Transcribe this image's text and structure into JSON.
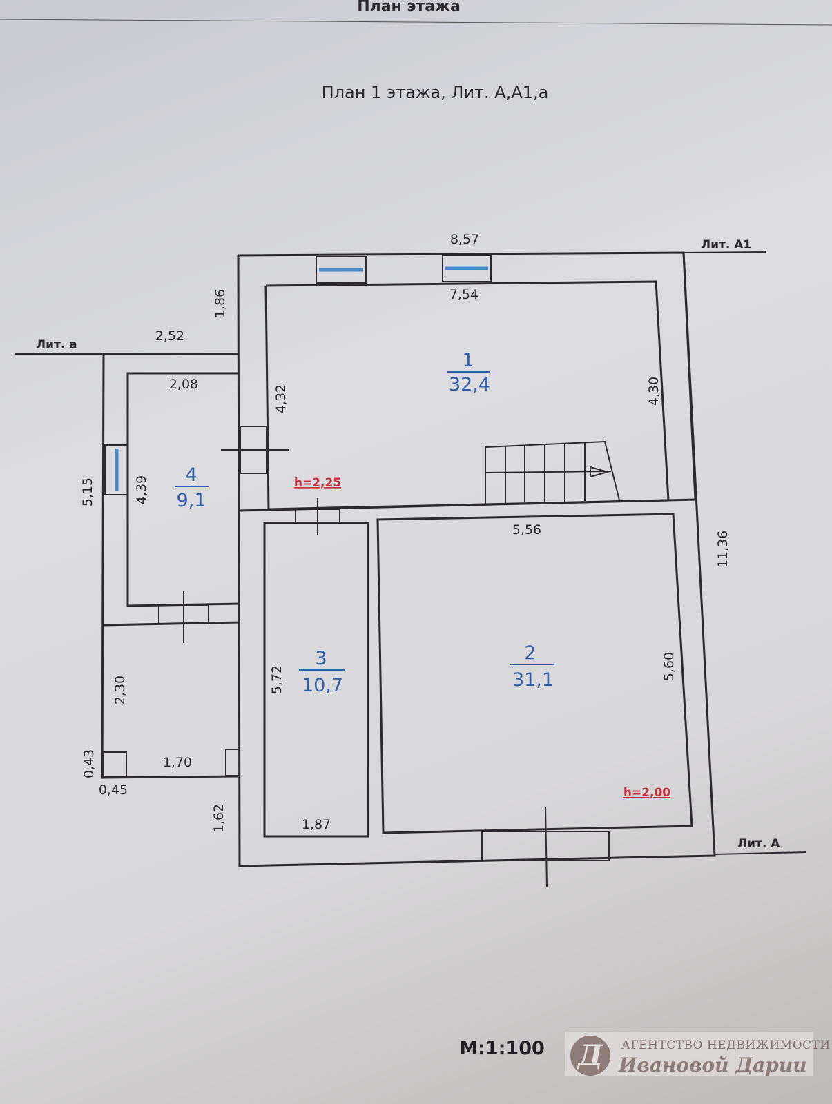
{
  "header": "План этажа",
  "title": "План 1 этажа, Лит. А,А1,а",
  "labels": {
    "lit_a1": "Лит. А1",
    "lit_a_small": "Лит. а",
    "lit_a": "Лит. А"
  },
  "dimensions": {
    "top_outer": "8,57",
    "top_inner": "7,54",
    "d186": "1,86",
    "d252": "2,52",
    "d208": "2,08",
    "d432": "4,32",
    "d430": "4,30",
    "d515": "5,15",
    "d439": "4,39",
    "d556": "5,56",
    "d1136": "11,36",
    "d572": "5,72",
    "d560": "5,60",
    "d230": "2,30",
    "d043": "0,43",
    "d170": "1,70",
    "d045": "0,45",
    "d162": "1,62",
    "d187": "1,87"
  },
  "rooms": [
    {
      "number": "1",
      "area": "32,4"
    },
    {
      "number": "2",
      "area": "31,1"
    },
    {
      "number": "3",
      "area": "10,7"
    },
    {
      "number": "4",
      "area": "9,1"
    }
  ],
  "heights": {
    "h1": "h=2,25",
    "h2": "h=2,00"
  },
  "scale": "М:1:100",
  "watermark": {
    "line1": "АГЕНТСТВО НЕДВИЖИМОСТИ",
    "line2": "Ивановой Дарии",
    "logo": "Д"
  }
}
